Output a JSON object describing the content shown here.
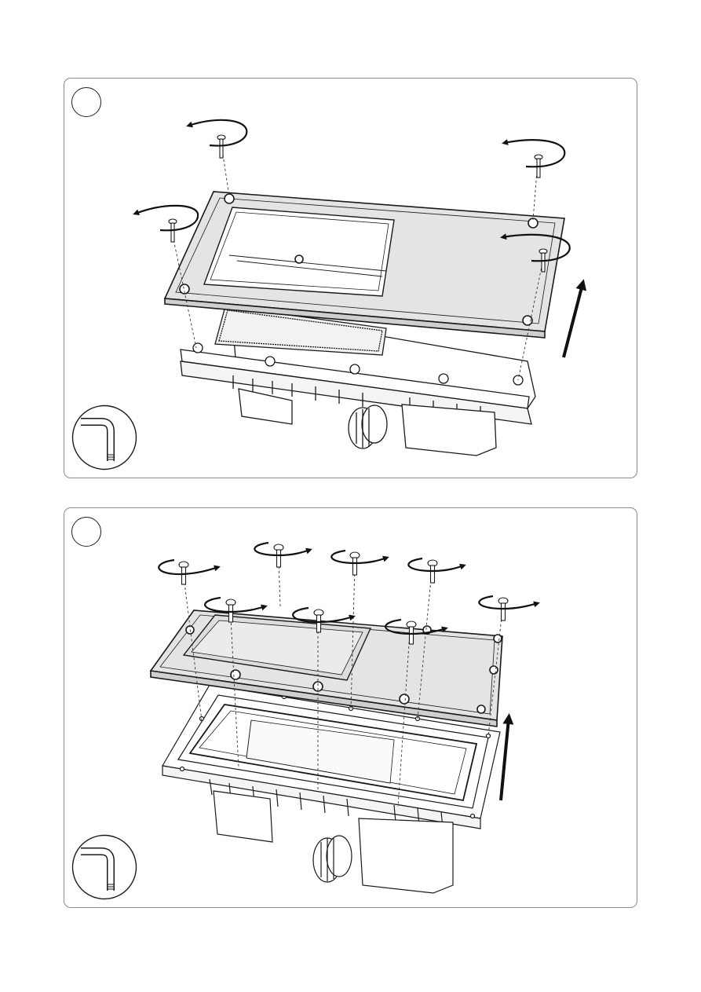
{
  "steps": [
    {
      "number": "",
      "action": "remove-screws",
      "rotation": "counterclockwise",
      "screw_count": 4,
      "lid_lift": "up"
    },
    {
      "number": "",
      "action": "remove-screws",
      "rotation": "clockwise",
      "screw_count": 8,
      "lid_lift": "up"
    }
  ],
  "tool": {
    "icon": "allen-key-icon"
  },
  "colors": {
    "line": "#1a1a1a",
    "lid_fill": "#e4e4e4",
    "panel_border": "#8a8a8a",
    "background": "#ffffff"
  }
}
